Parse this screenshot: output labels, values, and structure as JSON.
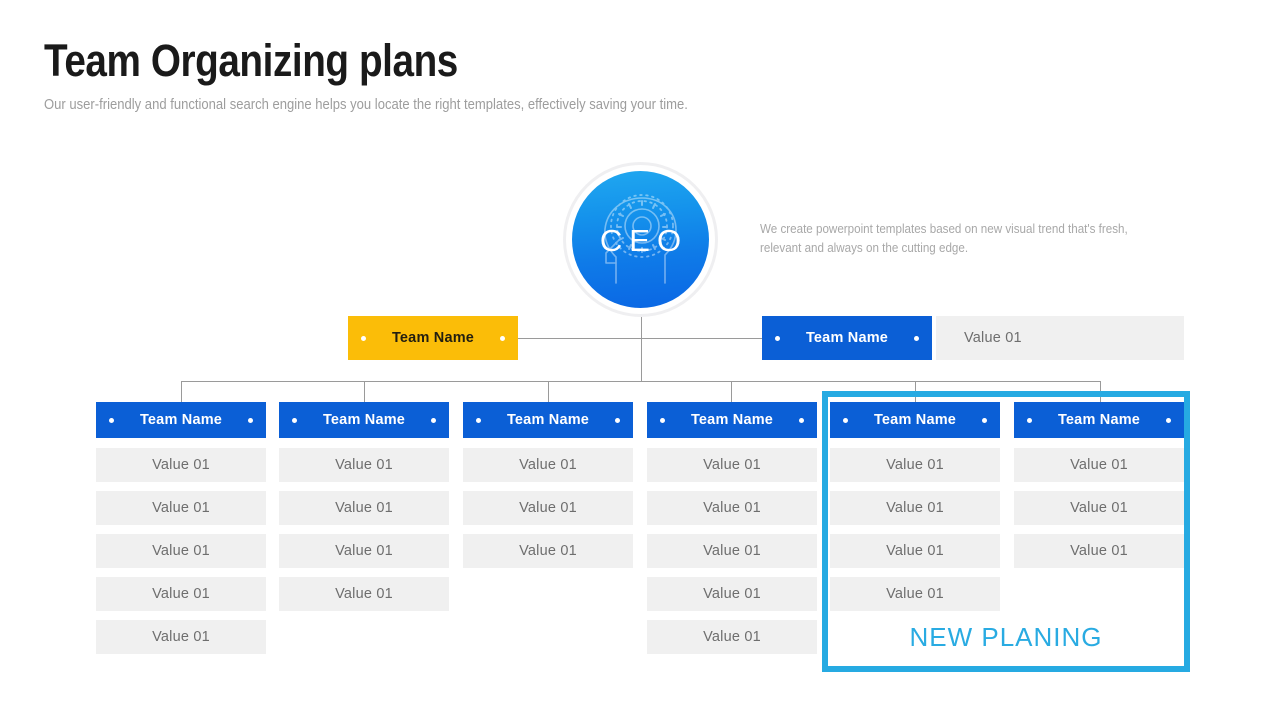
{
  "header": {
    "title": "Team Organizing plans",
    "subtitle": "Our user-friendly and functional search engine helps you locate the right templates, effectively saving your time."
  },
  "ceo": {
    "label": "CEO",
    "icon": "head-brain-gear-icon"
  },
  "side_note": {
    "text": "We create powerpoint templates based on new visual trend that's fresh, relevant and always on the cutting edge."
  },
  "tier1": {
    "left_node": {
      "label": "Team Name",
      "accent": "#FBBD08"
    },
    "right_node": {
      "label": "Team Name",
      "accent": "#0B5FD6"
    },
    "right_value": "Value 01"
  },
  "columns": [
    {
      "header": "Team Name",
      "values": [
        "Value 01",
        "Value 01",
        "Value 01",
        "Value 01",
        "Value 01"
      ]
    },
    {
      "header": "Team Name",
      "values": [
        "Value 01",
        "Value 01",
        "Value 01",
        "Value 01"
      ]
    },
    {
      "header": "Team Name",
      "values": [
        "Value 01",
        "Value 01",
        "Value 01"
      ]
    },
    {
      "header": "Team Name",
      "values": [
        "Value 01",
        "Value 01",
        "Value 01",
        "Value 01",
        "Value 01"
      ]
    },
    {
      "header": "Team Name",
      "values": [
        "Value 01",
        "Value 01",
        "Value 01",
        "Value 01"
      ]
    },
    {
      "header": "Team Name",
      "values": [
        "Value 01",
        "Value 01",
        "Value 01"
      ]
    }
  ],
  "highlight": {
    "caption": "NEW PLANING",
    "border_color": "#26AAE2"
  },
  "colors": {
    "header_blue": "#0B5FD6",
    "yellow": "#FBBD08",
    "cyan": "#29ABE2",
    "cell_bg": "#F0F0F0",
    "cell_text": "#6E6E6E",
    "line": "#9a9a9a"
  }
}
